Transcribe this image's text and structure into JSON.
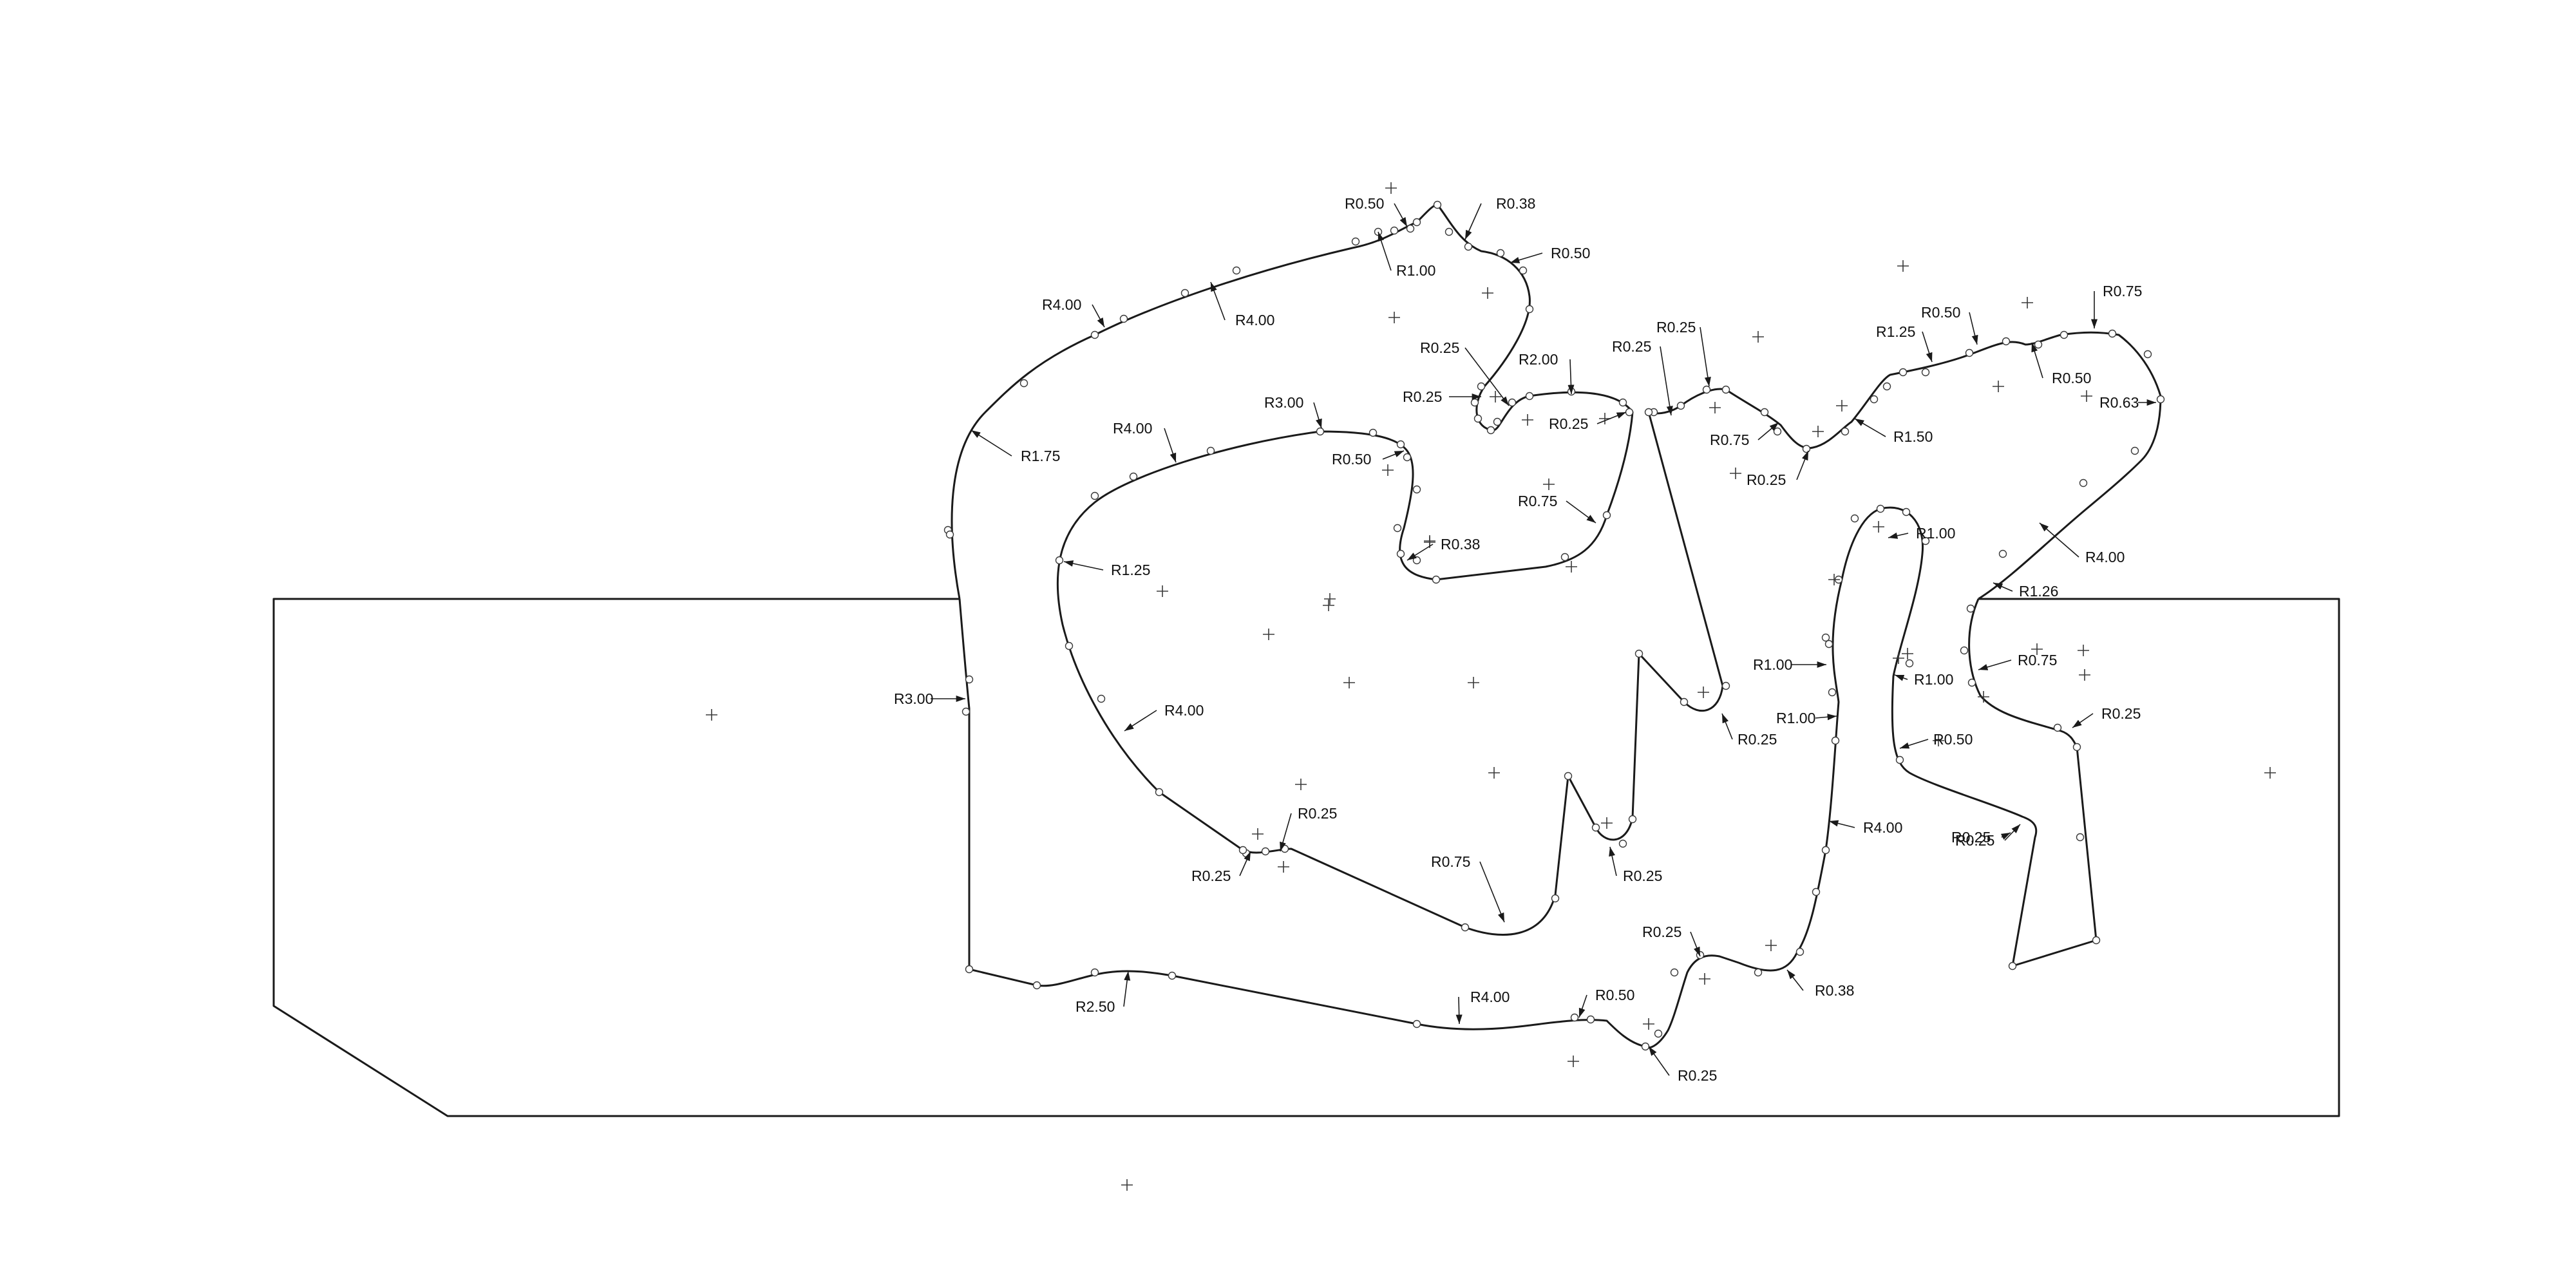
{
  "drawing": {
    "stroke_color": "#1a1a1a",
    "background": "#ffffff"
  },
  "labels": [
    {
      "id": "r-a1",
      "text": "R0.50"
    },
    {
      "id": "r-a2",
      "text": "R0.38"
    },
    {
      "id": "r-a3",
      "text": "R0.50"
    },
    {
      "id": "r-a4",
      "text": "R1.00"
    },
    {
      "id": "r-a5",
      "text": "R4.00"
    },
    {
      "id": "r-a6",
      "text": "R4.00"
    },
    {
      "id": "r-a7",
      "text": "R1.75"
    },
    {
      "id": "r-a8",
      "text": "R3.00"
    },
    {
      "id": "r-a9",
      "text": "R2.50"
    },
    {
      "id": "r-a10",
      "text": "R4.00"
    },
    {
      "id": "r-a11",
      "text": "R0.50"
    },
    {
      "id": "r-a12",
      "text": "R0.25"
    },
    {
      "id": "r-a13",
      "text": "R0.25"
    },
    {
      "id": "r-a14",
      "text": "R0.38"
    },
    {
      "id": "r-a15",
      "text": "R4.00"
    },
    {
      "id": "r-a16",
      "text": "R1.00"
    },
    {
      "id": "r-a17",
      "text": "R1.00"
    },
    {
      "id": "r-a18",
      "text": "R1.00"
    },
    {
      "id": "r-a19",
      "text": "R0.25"
    },
    {
      "id": "r-a20",
      "text": "R1.25"
    },
    {
      "id": "r-a21",
      "text": "R0.50"
    },
    {
      "id": "r-a22",
      "text": "R0.75"
    },
    {
      "id": "r-a23",
      "text": "R0.50"
    },
    {
      "id": "r-a24",
      "text": "R0.63"
    },
    {
      "id": "r-a25",
      "text": "R4.00"
    },
    {
      "id": "r-a26",
      "text": "R1.26"
    },
    {
      "id": "r-a27",
      "text": "R0.75"
    },
    {
      "id": "r-a28",
      "text": "R0.25"
    },
    {
      "id": "r-a29",
      "text": "R0.25"
    },
    {
      "id": "r-a30",
      "text": "R1.00"
    },
    {
      "id": "r-a31",
      "text": "R0.50"
    },
    {
      "id": "r-a32",
      "text": "R0.25"
    },
    {
      "id": "r-a33",
      "text": "R0.25"
    },
    {
      "id": "r-a34",
      "text": "R0.75"
    },
    {
      "id": "r-a35",
      "text": "R1.50"
    },
    {
      "id": "r-a36",
      "text": "R0.25"
    },
    {
      "id": "r-b1",
      "text": "R0.25"
    },
    {
      "id": "r-b2",
      "text": "R0.25"
    },
    {
      "id": "r-b3",
      "text": "R2.00"
    },
    {
      "id": "r-b4",
      "text": "R0.25"
    },
    {
      "id": "r-b5",
      "text": "R3.00"
    },
    {
      "id": "r-b6",
      "text": "R4.00"
    },
    {
      "id": "r-b7",
      "text": "R0.50"
    },
    {
      "id": "r-b8",
      "text": "R0.75"
    },
    {
      "id": "r-b9",
      "text": "R0.38"
    },
    {
      "id": "r-b10",
      "text": "R1.25"
    },
    {
      "id": "r-b11",
      "text": "R4.00"
    },
    {
      "id": "r-b12",
      "text": "R0.25"
    },
    {
      "id": "r-b13",
      "text": "R0.25"
    },
    {
      "id": "r-b14",
      "text": "R0.75"
    },
    {
      "id": "r-b15",
      "text": "R0.25"
    },
    {
      "id": "r-b16",
      "text": "R0.25"
    }
  ]
}
